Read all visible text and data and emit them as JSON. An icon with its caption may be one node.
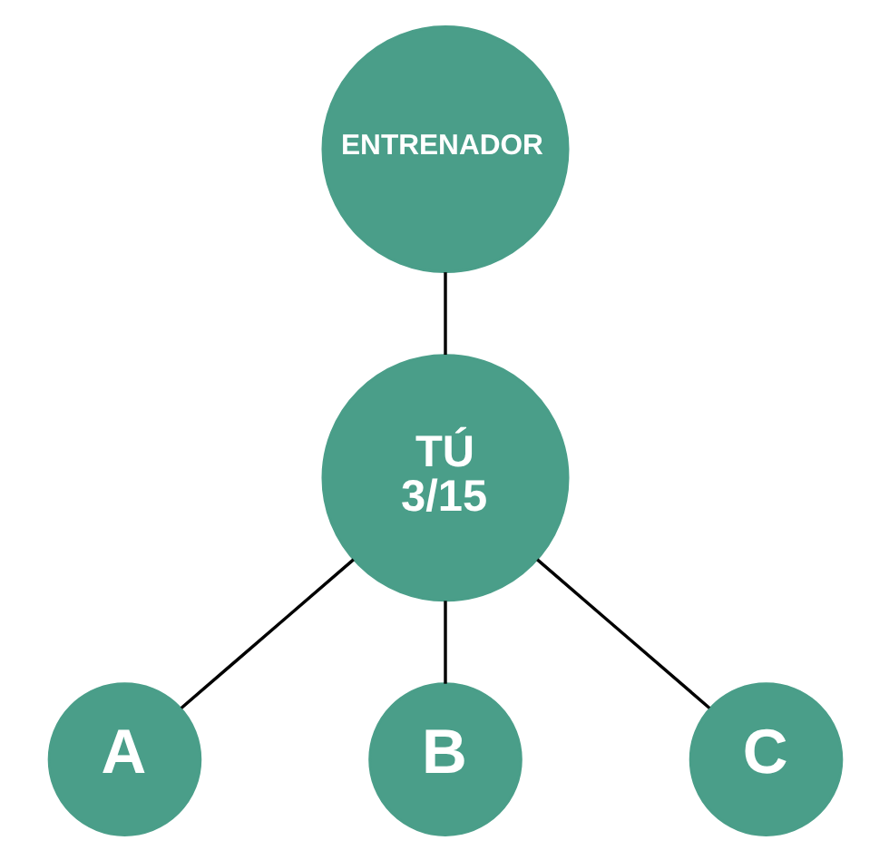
{
  "diagram": {
    "nodes": [
      {
        "text": [
          "ENTRENADOR"
        ]
      },
      {
        "text": [
          "TÚ",
          "3/15"
        ]
      },
      {
        "text": [
          "A"
        ]
      },
      {
        "text": [
          "B"
        ]
      },
      {
        "text": [
          "C"
        ]
      }
    ],
    "edges": [
      {
        "from": 0,
        "to": 1,
        "arrow": "none"
      },
      {
        "from": 1,
        "to": 2,
        "arrow": "none"
      },
      {
        "from": 1,
        "to": 3,
        "arrow": "none"
      },
      {
        "from": 1,
        "to": 4,
        "arrow": "none"
      }
    ]
  }
}
